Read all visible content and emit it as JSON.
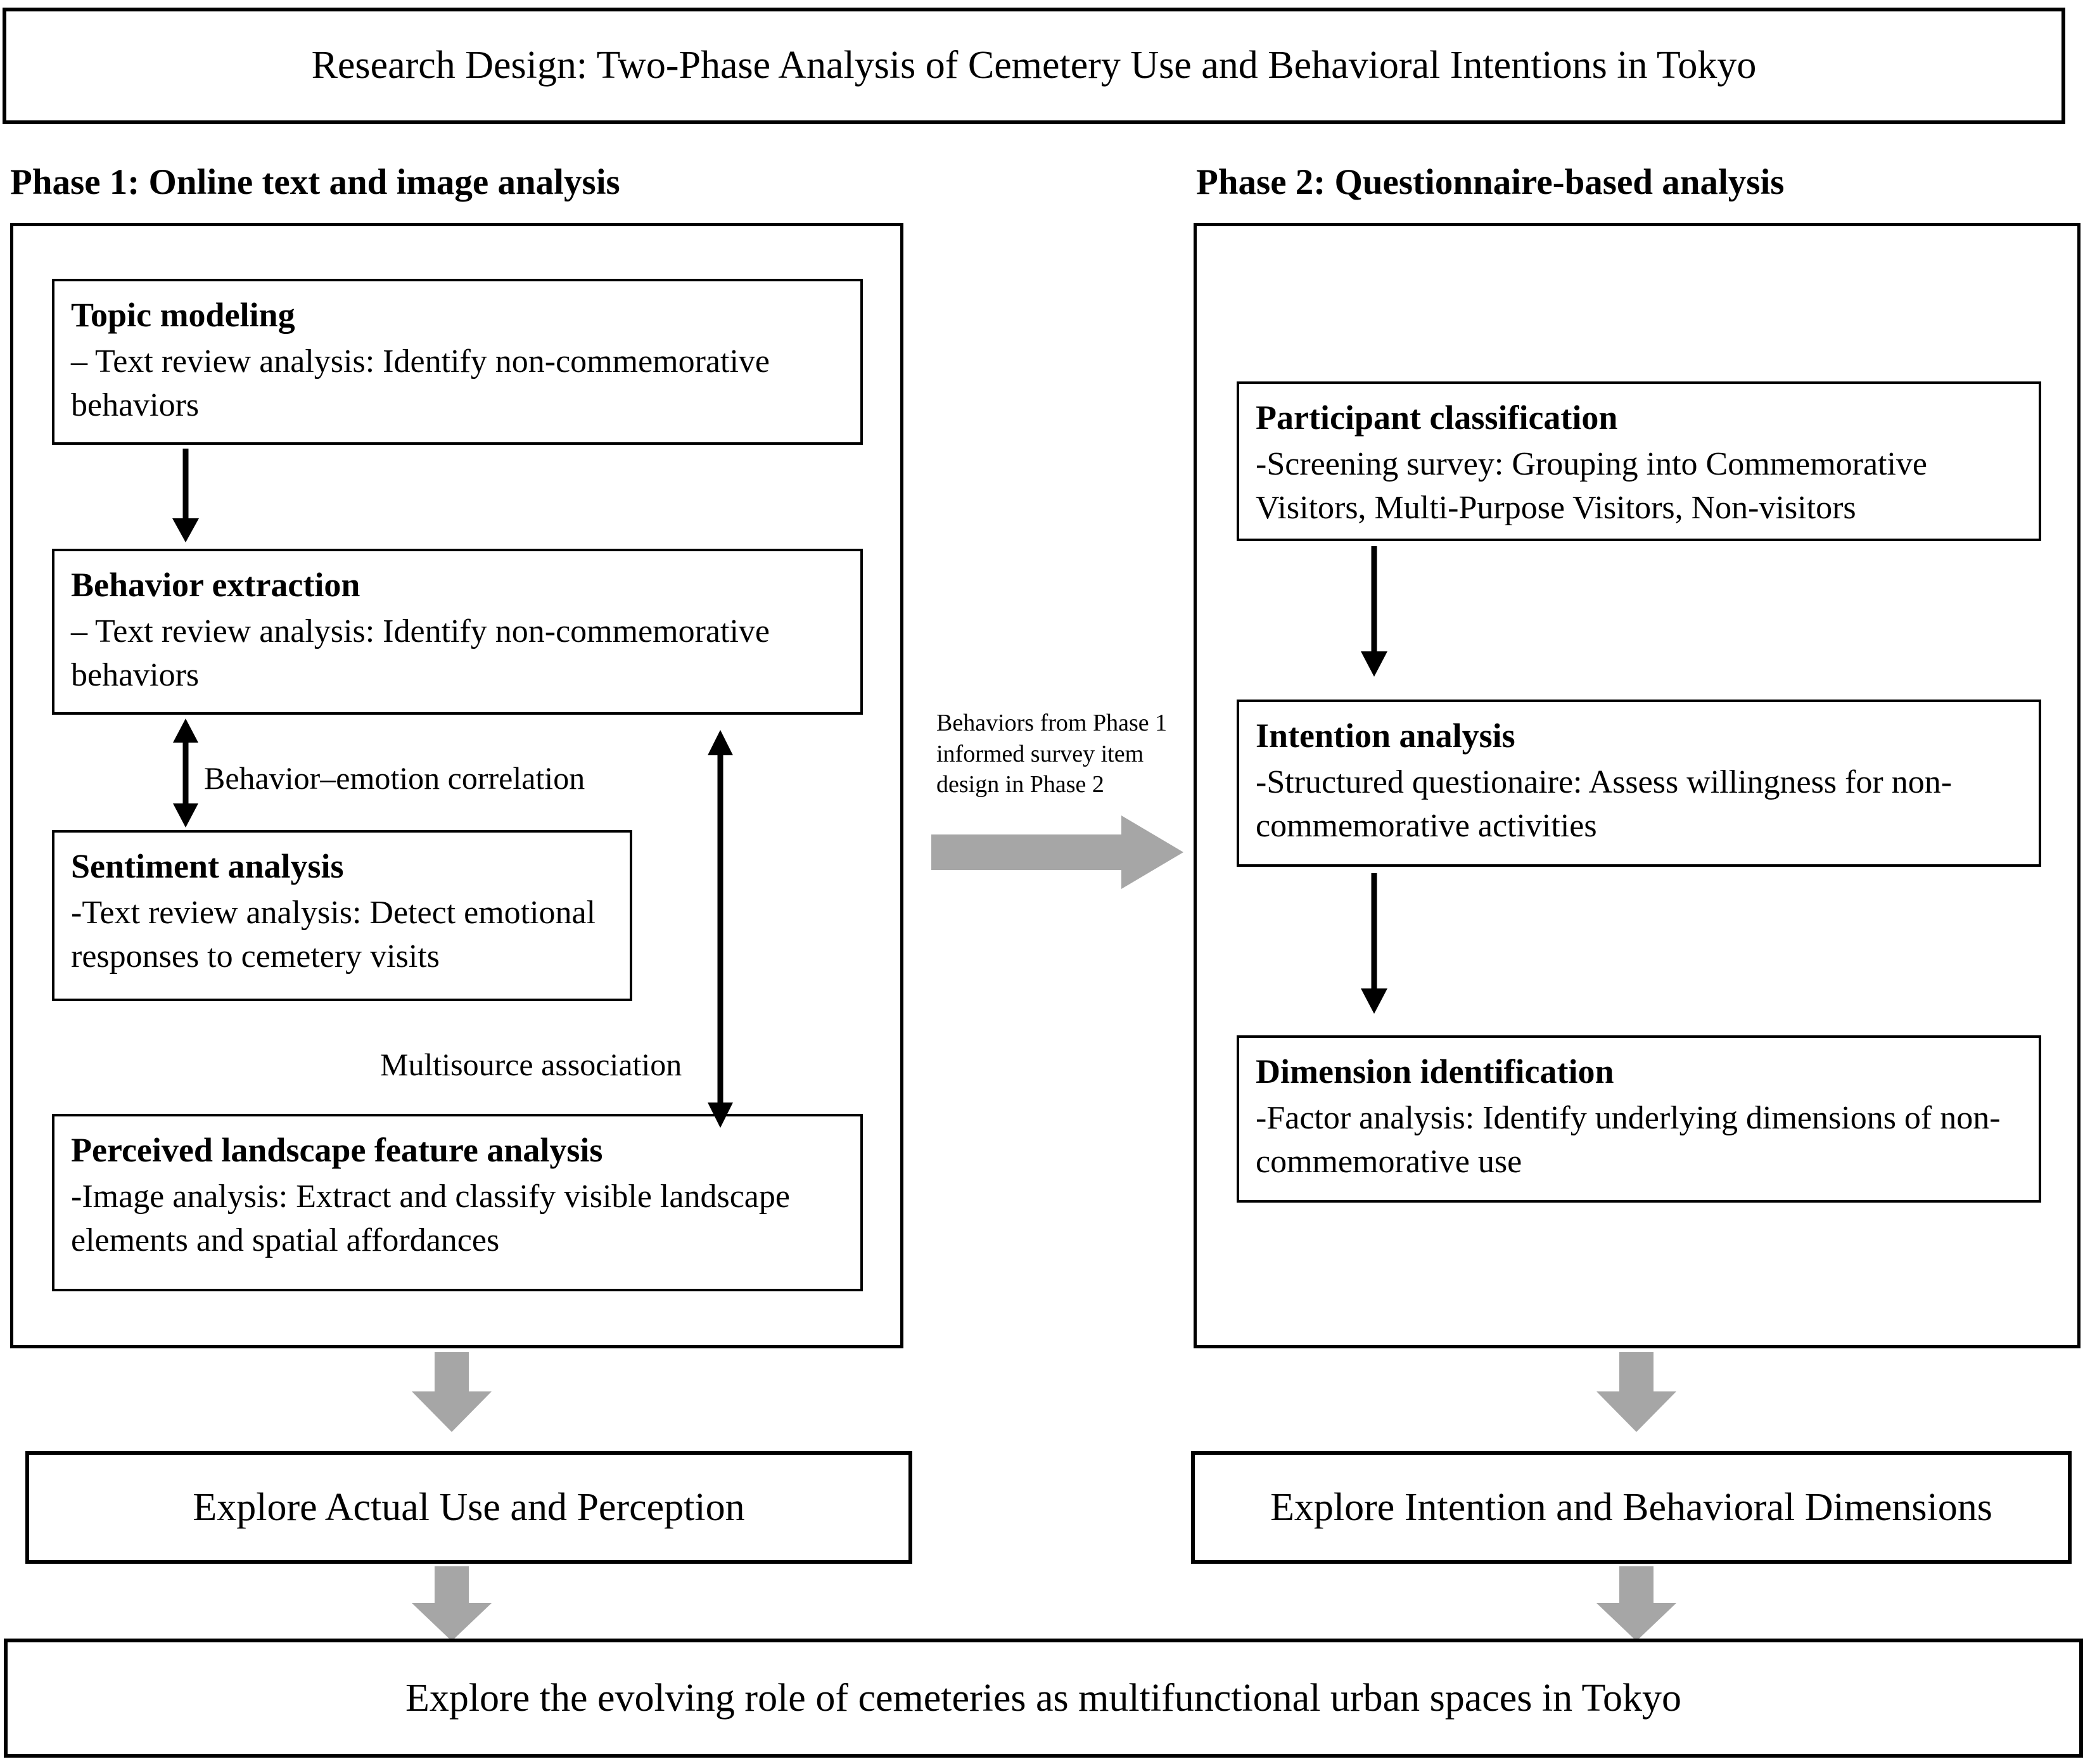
{
  "title": {
    "text": "Research Design: Two-Phase Analysis of Cemetery Use and Behavioral Intentions in Tokyo"
  },
  "phases": {
    "phase1_label": "Phase 1: Online text and image analysis",
    "phase2_label": "Phase 2: Questionnaire-based analysis"
  },
  "phase1": {
    "steps": [
      {
        "title": "Topic modeling",
        "body": "– Text review analysis: Identify non-commemorative behaviors"
      },
      {
        "title": "Behavior extraction",
        "body": "– Text review analysis: Identify non-commemorative behaviors"
      },
      {
        "title": "Sentiment analysis",
        "body": "-Text review analysis: Detect emotional responses to cemetery visits"
      },
      {
        "title": "Perceived landscape feature analysis",
        "body": "-Image analysis: Extract and classify visible landscape elements and spatial affordances"
      }
    ],
    "edge_labels": {
      "behavior_emotion": "Behavior–emotion correlation",
      "multisource": "Multisource association"
    }
  },
  "phase2": {
    "steps": [
      {
        "title": "Participant classification",
        "body": "-Screening survey:  Grouping into Commemorative Visitors, Multi-Purpose Visitors, Non-visitors"
      },
      {
        "title": "Intention analysis",
        "body": "-Structured questionaire: Assess willingness for non-commemorative activities"
      },
      {
        "title": "Dimension identification",
        "body": "-Factor analysis: Identify underlying dimensions of non-commemorative use"
      }
    ]
  },
  "bridge": {
    "label": "Behaviors from Phase 1 informed survey item design in Phase 2"
  },
  "outcomes": {
    "left": "Explore Actual Use and Perception",
    "right": "Explore Intention and Behavioral Dimensions",
    "final": "Explore the evolving role of cemeteries as multifunctional urban spaces in Tokyo"
  },
  "colors": {
    "stroke": "#000000",
    "gray_arrow": "#A6A6A6",
    "background": "#FFFFFF"
  }
}
